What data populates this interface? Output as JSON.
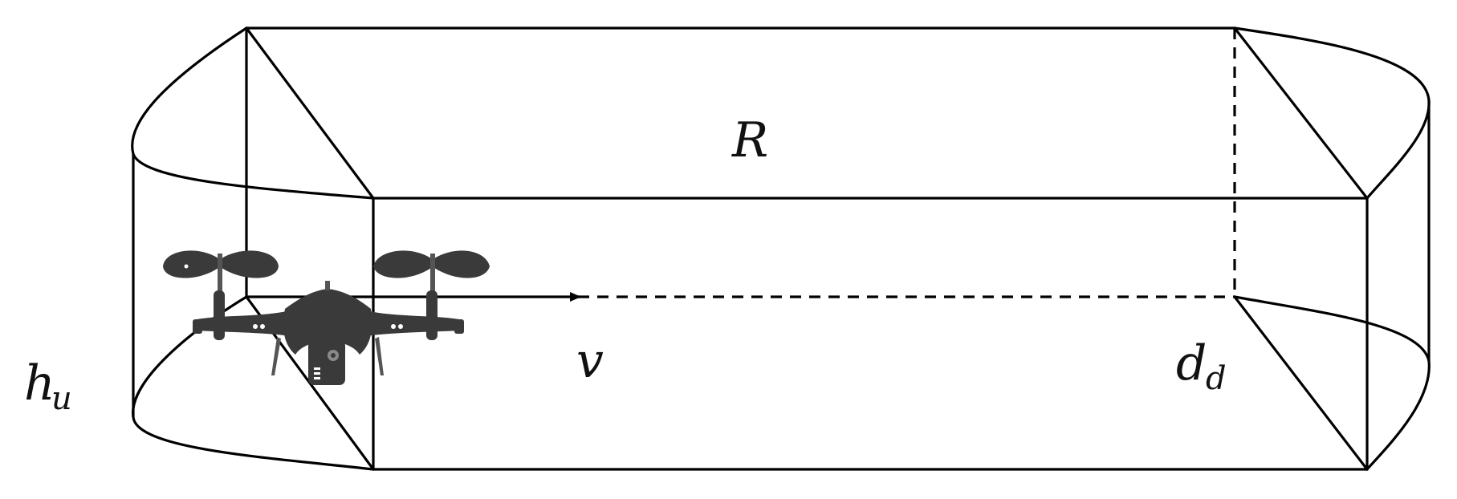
{
  "labels": {
    "range": "R",
    "velocity": "v",
    "height_base": "h",
    "height_sub": "u",
    "distance_base": "d",
    "distance_sub": "d"
  },
  "icons": {
    "vehicle": "drone-icon"
  },
  "colors": {
    "line": "#000000",
    "drone_body": "#3a3a3a",
    "background": "#ffffff"
  }
}
